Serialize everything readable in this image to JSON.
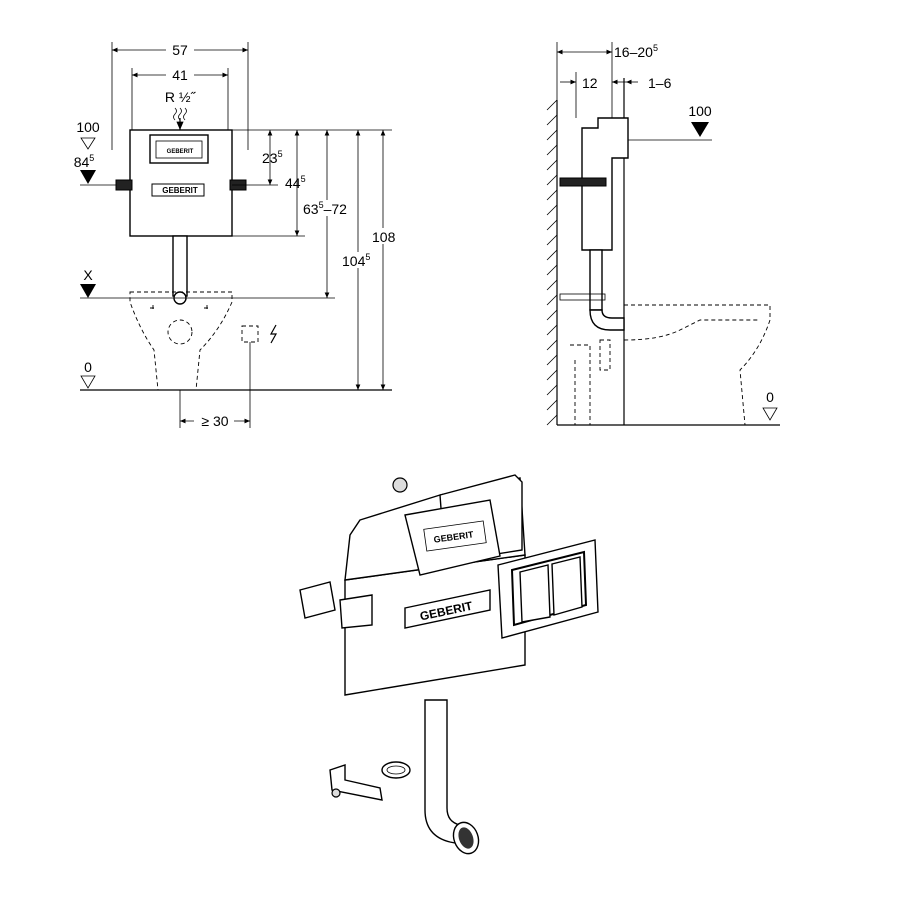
{
  "front_view": {
    "dim_width_outer": "57",
    "dim_width_inner": "41",
    "water_inlet": "R ½˝",
    "level_100": "100",
    "level_84": {
      "main": "84",
      "sup": "5"
    },
    "dim_23": {
      "main": "23",
      "sup": "5"
    },
    "dim_44": {
      "main": "44",
      "sup": "5"
    },
    "dim_63_72": {
      "main": "63",
      "sup": "5",
      "rest": "–72"
    },
    "dim_104": {
      "main": "104",
      "sup": "5"
    },
    "dim_108": "108",
    "level_x": "X",
    "level_0": "0",
    "dim_min_30": "≥ 30",
    "brand": "GEBERIT"
  },
  "side_view": {
    "dim_16_20": {
      "main": "16–20",
      "sup": "5"
    },
    "dim_12": "12",
    "dim_1_6": "1–6",
    "level_100": "100",
    "level_0": "0"
  },
  "iso_view": {
    "brand": "GEBERIT"
  }
}
